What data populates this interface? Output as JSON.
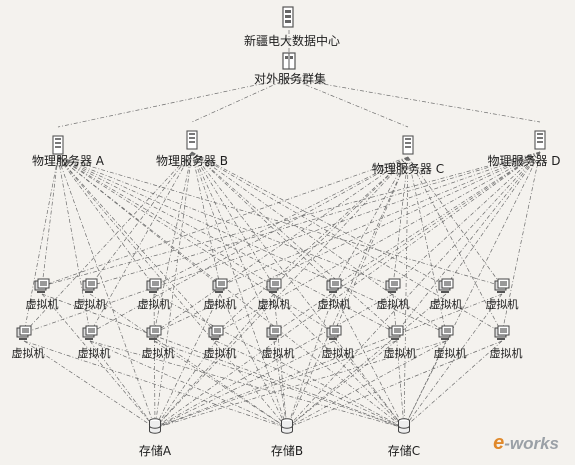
{
  "datacenter": {
    "label": "新疆电大数据中心",
    "icon": "datacenter-icon"
  },
  "cluster": {
    "label": "对外服务群集",
    "icon": "cluster-icon"
  },
  "servers": [
    {
      "label": "物理服务器 A",
      "icon": "server-icon"
    },
    {
      "label": "物理服务器 B",
      "icon": "server-icon"
    },
    {
      "label": "物理服务器 C",
      "icon": "server-icon"
    },
    {
      "label": "物理服务器 D",
      "icon": "server-icon"
    }
  ],
  "vms": {
    "row1": [
      "虚拟机",
      "虚拟机",
      "虚拟机",
      "虚拟机",
      "虚拟机",
      "虚拟机",
      "虚拟机",
      "虚拟机",
      "虚拟机"
    ],
    "row2": [
      "虚拟机",
      "虚拟机",
      "虚拟机",
      "虚拟机",
      "虚拟机",
      "虚拟机",
      "虚拟机",
      "虚拟机",
      "虚拟机"
    ]
  },
  "storage": [
    {
      "label": "存储A",
      "icon": "storage-icon"
    },
    {
      "label": "存储B",
      "icon": "storage-icon"
    },
    {
      "label": "存储C",
      "icon": "storage-icon"
    }
  ],
  "watermark": {
    "prefix": "e",
    "rest": "-works"
  },
  "colors": {
    "line": "#6b6b6b",
    "icon": "#555555",
    "background": "#f4f2ee"
  }
}
